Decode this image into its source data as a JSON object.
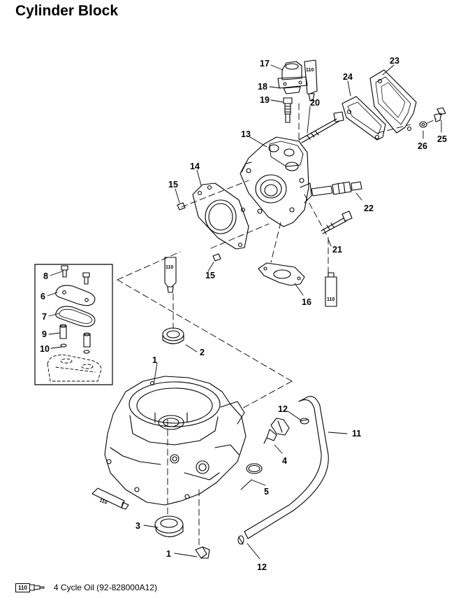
{
  "title": "Cylinder Block",
  "callouts": {
    "c1a": "1",
    "c1b": "1",
    "c2": "2",
    "c3": "3",
    "c4": "4",
    "c5": "5",
    "c6": "6",
    "c7": "7",
    "c8": "8",
    "c9": "9",
    "c10": "10",
    "c11": "11",
    "c12a": "12",
    "c12b": "12",
    "c13": "13",
    "c14": "14",
    "c15a": "15",
    "c15b": "15",
    "c16": "16",
    "c17": "17",
    "c18": "18",
    "c19": "19",
    "c20": "20",
    "c21": "21",
    "c22": "22",
    "c23": "23",
    "c24": "24",
    "c25": "25",
    "c26": "26"
  },
  "tube_labels": {
    "t1": "110",
    "t2": "110",
    "t3": "110",
    "t4": "110"
  },
  "legend": {
    "badge": "110",
    "text": "4 Cycle Oil (92-828000A12)"
  }
}
